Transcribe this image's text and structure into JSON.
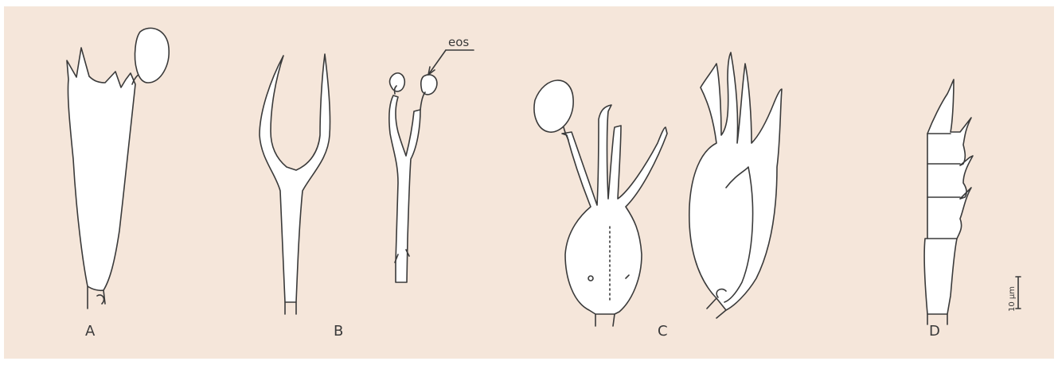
{
  "figure": {
    "panel_labels": [
      "A",
      "B",
      "C",
      "D"
    ],
    "annotation": "eos",
    "scale_bar_label": "10 µm",
    "colors": {
      "background": "#f5e6da",
      "line": "#3a3a3a",
      "fill": "#ffffff"
    }
  }
}
